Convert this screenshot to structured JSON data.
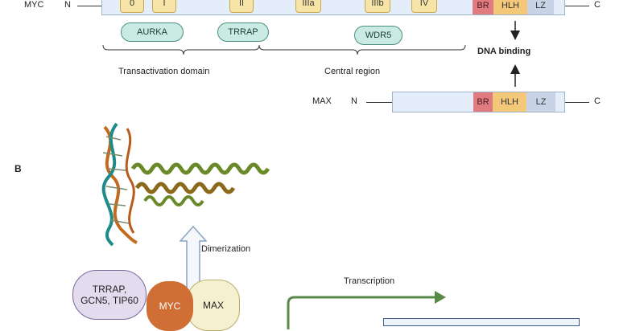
{
  "panel_b": {
    "letter": "B"
  },
  "myc": {
    "label": "MYC",
    "n": "N",
    "c": "C",
    "boxes": [
      "0",
      "I",
      "II",
      "IIIa",
      "IIIb",
      "IV"
    ],
    "br": "BR",
    "hlh": "HLH",
    "lz": "LZ"
  },
  "partners": {
    "aurka": "AURKA",
    "trrap": "TRRAP",
    "wdr5": "WDR5"
  },
  "regions": {
    "transactivation": "Transactivation domain",
    "central": "Central region"
  },
  "dna_binding": "DNA binding",
  "max": {
    "label": "MAX",
    "n": "N",
    "c": "C",
    "br": "BR",
    "hlh": "HLH",
    "lz": "LZ"
  },
  "complex": {
    "dimerization": "Dimerization",
    "coactivators_line1": "TRRAP,",
    "coactivators_line2": "GCN5, TIP60",
    "myc": "MYC",
    "max": "MAX",
    "transcription": "Transcription"
  },
  "colors": {
    "bar_fill": "#e3eefa",
    "mb_box": "#f7e5a8",
    "br": "#e07b82",
    "hlh": "#f3c879",
    "lz": "#c9d3e6",
    "partner": "#c9ebe3",
    "coactivator": "#e3dcef",
    "myc_oval": "#cf6e35",
    "max_oval": "#f5f0cf",
    "arrow_green": "#5a8a4a"
  }
}
